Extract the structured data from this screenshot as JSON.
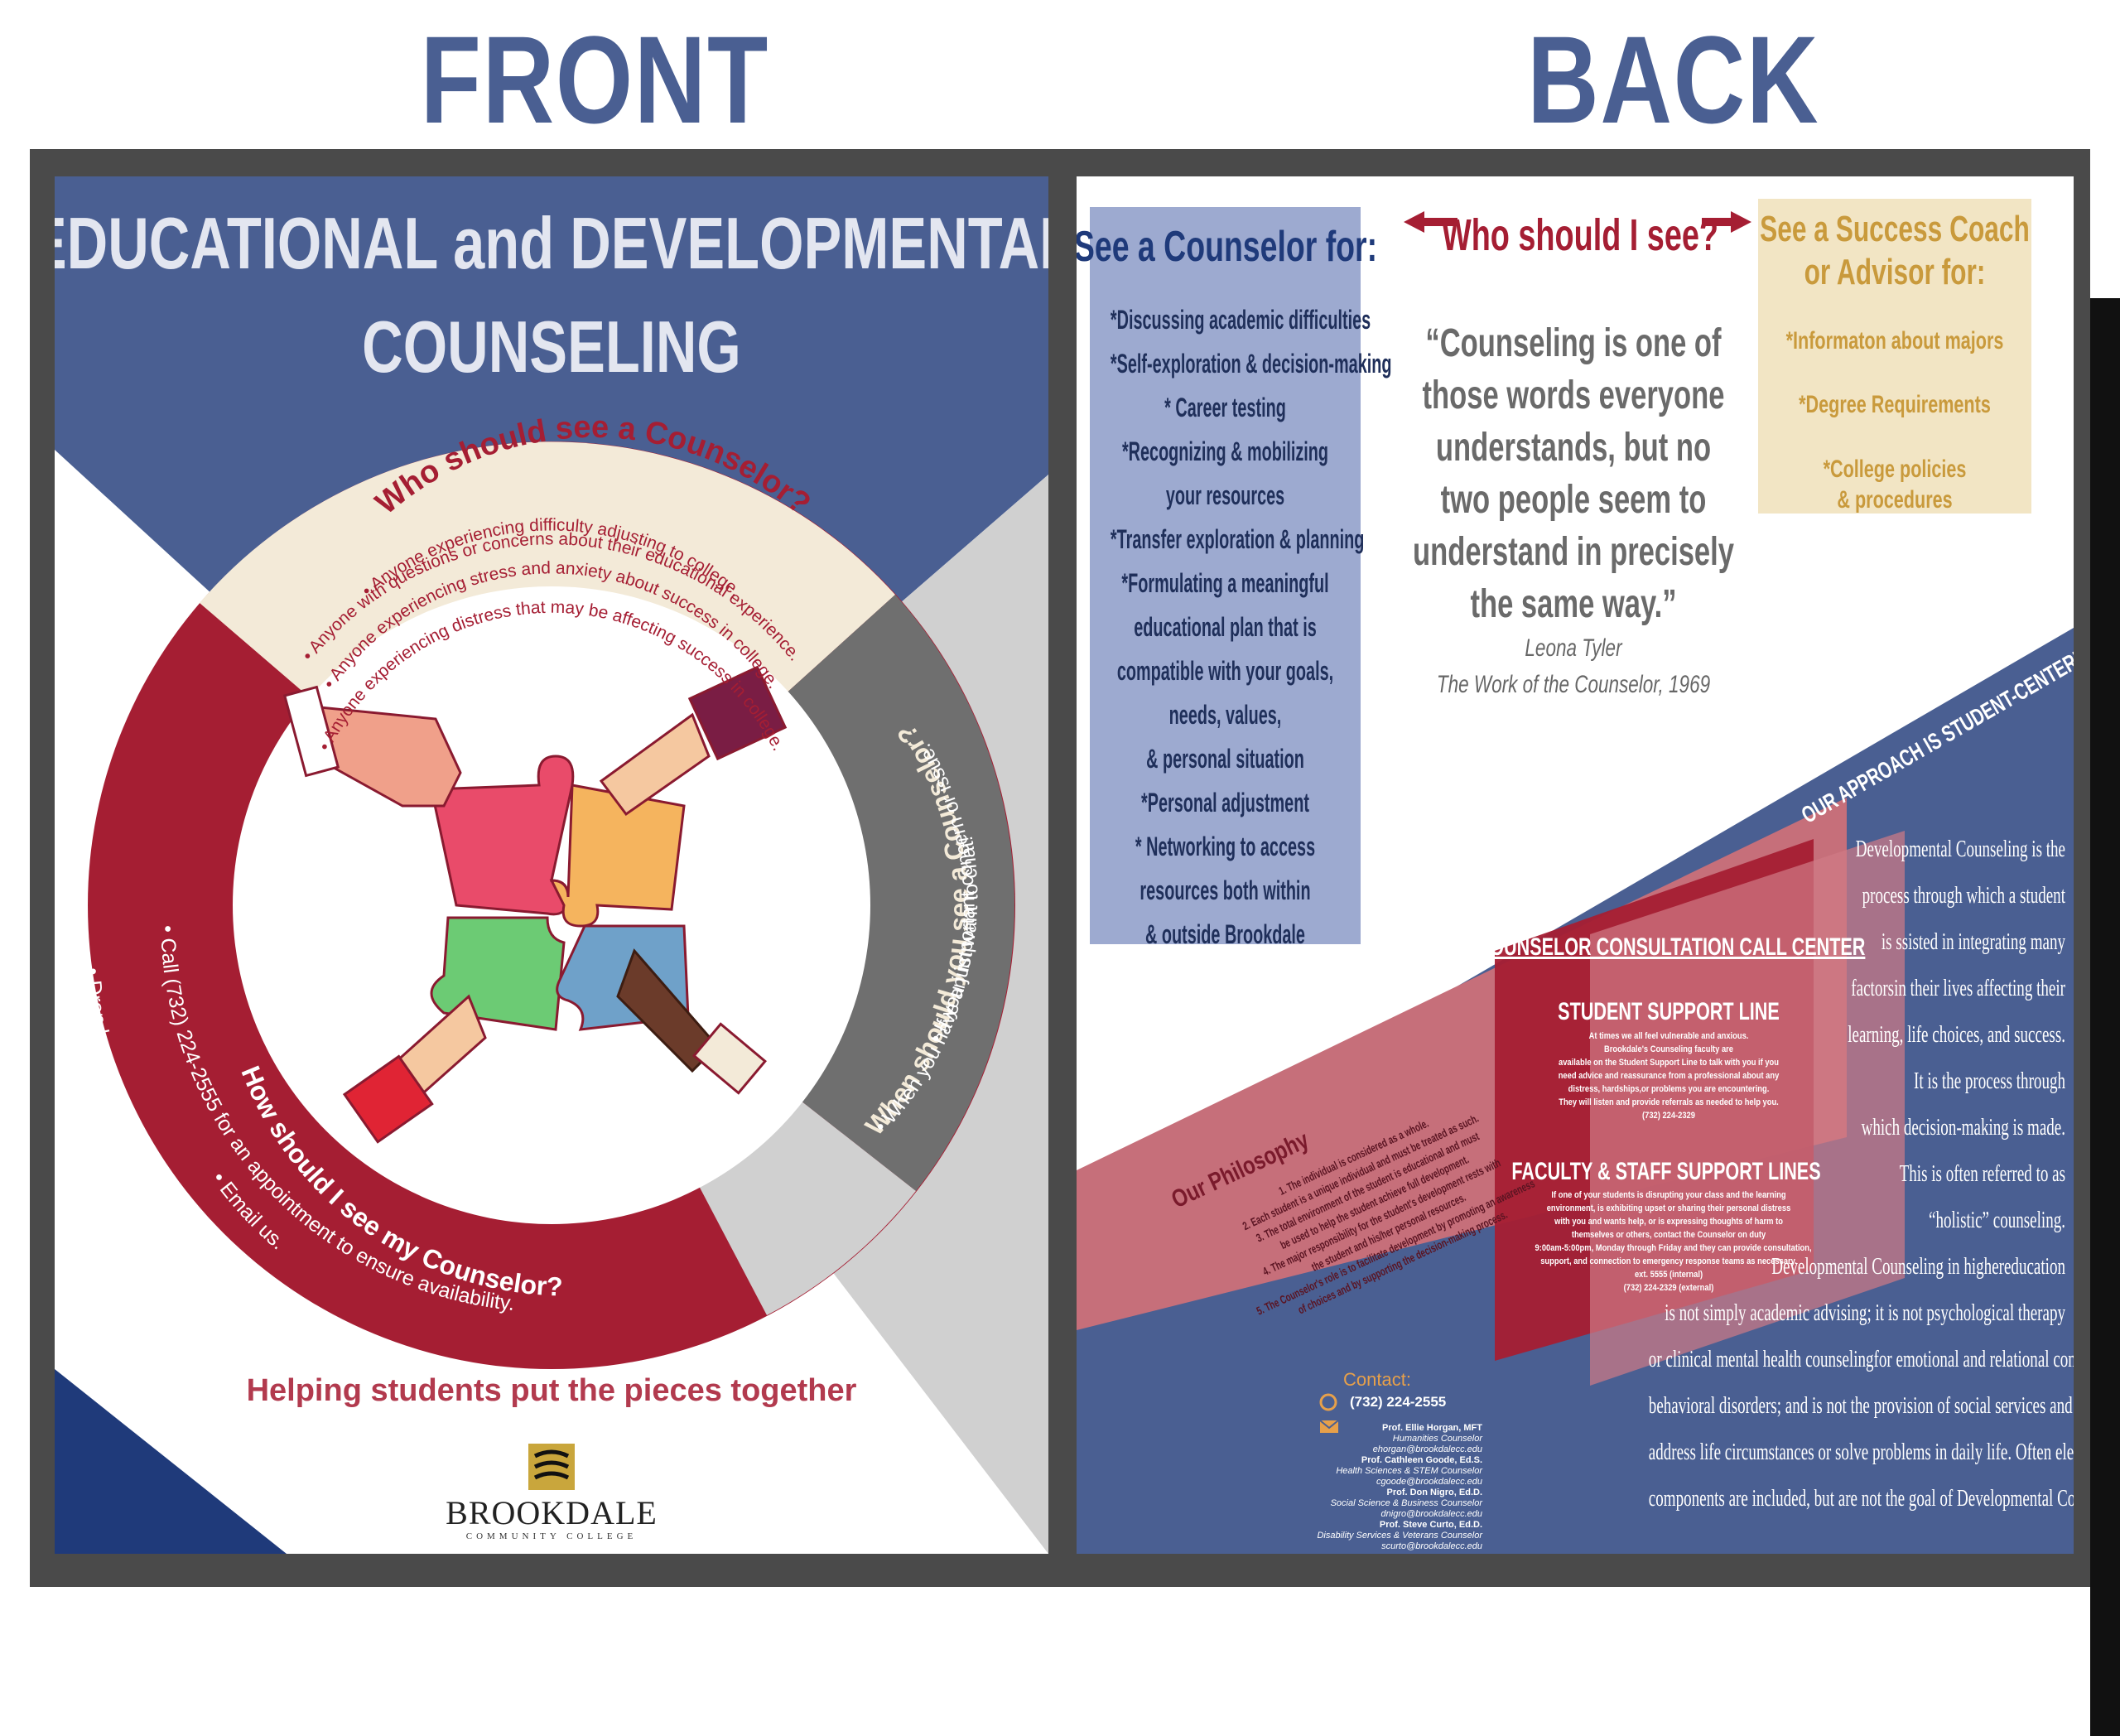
{
  "labels": {
    "front": "FRONT",
    "back": "BACK"
  },
  "colors": {
    "blue": "#4a5f92",
    "red": "#a51e33",
    "cream": "#f3ead8",
    "gray": "#6f6f6f",
    "lightgray": "#d0d0d0",
    "lavender": "#9daad0",
    "tan": "#f2e5c4"
  },
  "front": {
    "title_line1": "EDUCATIONAL and DEVELOPMENTAL",
    "title_line2": "COUNSELING",
    "who_heading": "Who should see a Counselor?",
    "who_items": [
      "• Anyone with questions or concerns about their educational experience.",
      "• Anyone experiencing difficulty adjusting to college.",
      "• Anyone experiencing stress and anxiety about success in college.",
      "• Anyone experiencing distress that may be affecting success in college."
    ],
    "when_heading": "When should you see a Counselor?",
    "when_items": [
      "• When you have an important concern or issue.",
      "• If you just want to chat!"
    ],
    "how_heading": "How should I see my Counselor?",
    "how_items": [
      "• Call (732) 224-2555 for an appointment to ensure availability.",
      "• Email us.",
      "• Drop by our offices which are conveniently located in the Institute Offices."
    ],
    "tagline": "Helping students put the pieces together",
    "college_name": "BROOKDALE",
    "college_sub": "COMMUNITY COLLEGE"
  },
  "back": {
    "counselor_title": "See a Counselor for:",
    "counselor_items": [
      "*Discussing academic difficulties",
      "*Self-exploration & decision-making",
      "* Career testing",
      "*Recognizing & mobilizing",
      "your resources",
      "*Transfer exploration & planning",
      "*Formulating a meaningful",
      "educational plan that is",
      "compatible with your goals,",
      "needs, values,",
      "& personal situation",
      "*Personal adjustment",
      "* Networking to access",
      "resources both within",
      "& outside Brookdale"
    ],
    "who_should_i_see": "Who should I see?",
    "coach_title_line1": "See a Success Coach",
    "coach_title_line2": "or Advisor for:",
    "coach_items": [
      "*Informaton about majors",
      "*Degree Requirements",
      "*College policies",
      "& procedures"
    ],
    "quote_lines": [
      "“Counseling is one of",
      "those words everyone",
      "understands, but no",
      "two people seem to",
      "understand in precisely",
      "the same way.”"
    ],
    "quote_author": "Leona Tyler",
    "quote_source": "The Work of the Counselor, 1969",
    "approach_label": "OUR APPROACH IS STUDENT-CENTERED",
    "philosophy_title": "Our Philosophy",
    "philosophy_items": [
      "1.  The individual is considered as a whole.",
      "2.  Each student is a unique individual and must be treated as such.",
      "3.  The total environment of the student is educational and must",
      "be used to help the student achieve full development.",
      "4.  The major responsibility for the student's development rests with",
      "the student and his/her personal resources.",
      "5.  The Counselor's role is to facilitate development by promoting an awareness",
      "of choices and by supporting the decision-making process."
    ],
    "call_center_title": "COUNSELOR CONSULTATION CALL CENTER",
    "student_line_title": "STUDENT SUPPORT LINE",
    "student_line_text": [
      "At times we all feel vulnerable and anxious.",
      "Brookdale's Counseling faculty are",
      "available on the Student Support Line to talk with you if you",
      "need advice and reassurance from a professional about any",
      "distress, hardships,or problems you are encountering.",
      "They will listen and provide referrals as needed to help you.",
      "(732) 224-2329"
    ],
    "faculty_line_title": "FACULTY & STAFF SUPPORT LINES",
    "faculty_line_text": [
      "If one of your students is disrupting your class and the learning",
      "environment, is exhibiting upset or sharing their personal distress",
      "with you and wants help, or is expressing thoughts of harm to",
      "themselves or others, contact the Counselor on duty",
      "9:00am-5:00pm, Monday through Friday and they can provide consultation,",
      "support, and connection to emergency response teams as necessary.",
      "ext. 5555 (internal)",
      "(732) 224-2329 (external)"
    ],
    "contact_title": "Contact:",
    "contact_phone": "(732) 224-2555",
    "contacts": [
      {
        "name": "Prof. Ellie Horgan, MFT",
        "role": "Humanities Counselor",
        "email": "ehorgan@brookdalecc.edu"
      },
      {
        "name": "Prof. Cathleen Goode, Ed.S.",
        "role": "Health Sciences & STEM Counselor",
        "email": "cgoode@brookdalecc.edu"
      },
      {
        "name": "Prof. Don Nigro, Ed.D.",
        "role": "Social Science & Business Counselor",
        "email": "dnigro@brookdalecc.edu"
      },
      {
        "name": "Prof. Steve Curto, Ed.D.",
        "role": "Disability Services & Veterans Counselor",
        "email": "scurto@brookdalecc.edu"
      }
    ],
    "developmental_lines": [
      "Developmental Counseling is the",
      "process through  which a student",
      "is ssisted in  integrating many",
      "factorsin their lives affecting their",
      "learning,  life choices, and success.",
      "It is the process  through",
      "which decision-making  is made.",
      "This is often referred to as",
      "“holistic” counseling.",
      "Developmental Counseling in highereducation",
      "is not simply academic advising; it is not psychological therapy",
      "or clinical mental health counselingfor emotional and relational conflictsor",
      "behavioral disorders; and is not the provision of social services and interventions to",
      "address life circumstances or solve problems in daily life. Often elements of these",
      "components are included,  but are not the goal of Developmental Counseling."
    ]
  }
}
